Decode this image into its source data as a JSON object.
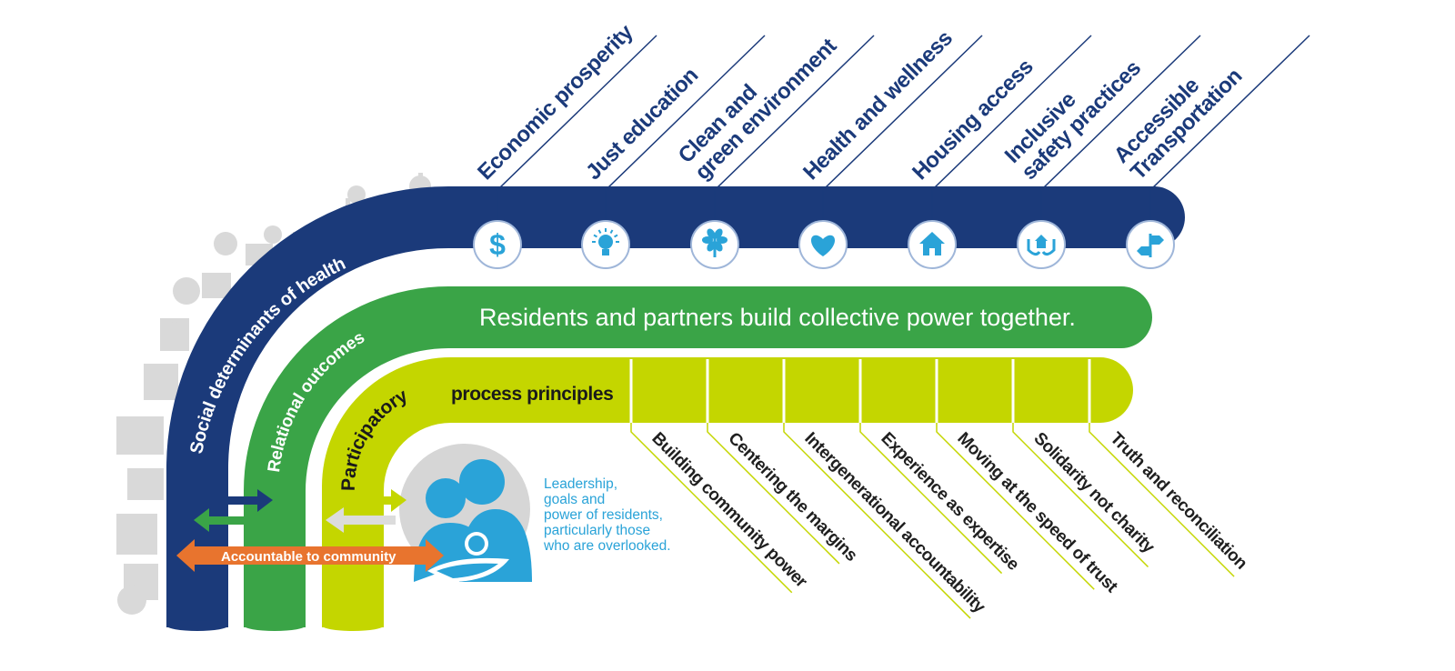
{
  "social_determinants": {
    "band_label": "Social determinants of health",
    "items": [
      {
        "lines": [
          "Economic prosperity"
        ],
        "icon": "dollar-icon"
      },
      {
        "lines": [
          "Just education"
        ],
        "icon": "lightbulb-icon"
      },
      {
        "lines": [
          "Clean and",
          "green environment"
        ],
        "icon": "tree-icon"
      },
      {
        "lines": [
          "Health and wellness"
        ],
        "icon": "heart-icon"
      },
      {
        "lines": [
          "Housing access"
        ],
        "icon": "house-icon"
      },
      {
        "lines": [
          "Inclusive",
          "safety practices"
        ],
        "icon": "hands-house-icon"
      },
      {
        "lines": [
          "Accessible",
          "Transportation"
        ],
        "icon": "signpost-icon"
      }
    ]
  },
  "relational_outcomes": {
    "band_label": "Relational outcomes",
    "statement": "Residents and partners build collective power together."
  },
  "participatory_principles": {
    "band_label": "Participatory process principles",
    "items": [
      "Building community power",
      "Centering the margins",
      "Intergenerational accountability",
      "Experience as expertise",
      "Moving at the speed of trust",
      "Solidarity not charity",
      "Truth and reconciliation"
    ]
  },
  "center": {
    "icon": "family-icon",
    "lines": [
      "Leadership,",
      "goals and",
      "power of residents,",
      "particularly those",
      "who are overlooked."
    ]
  },
  "accountable": "Accountable to community",
  "colors": {
    "navy": "#1b3a7a",
    "green": "#3aa447",
    "lime": "#c4d600",
    "blue": "#2aa3d8",
    "orange": "#e8742e",
    "grey": "#d6d6d6"
  }
}
